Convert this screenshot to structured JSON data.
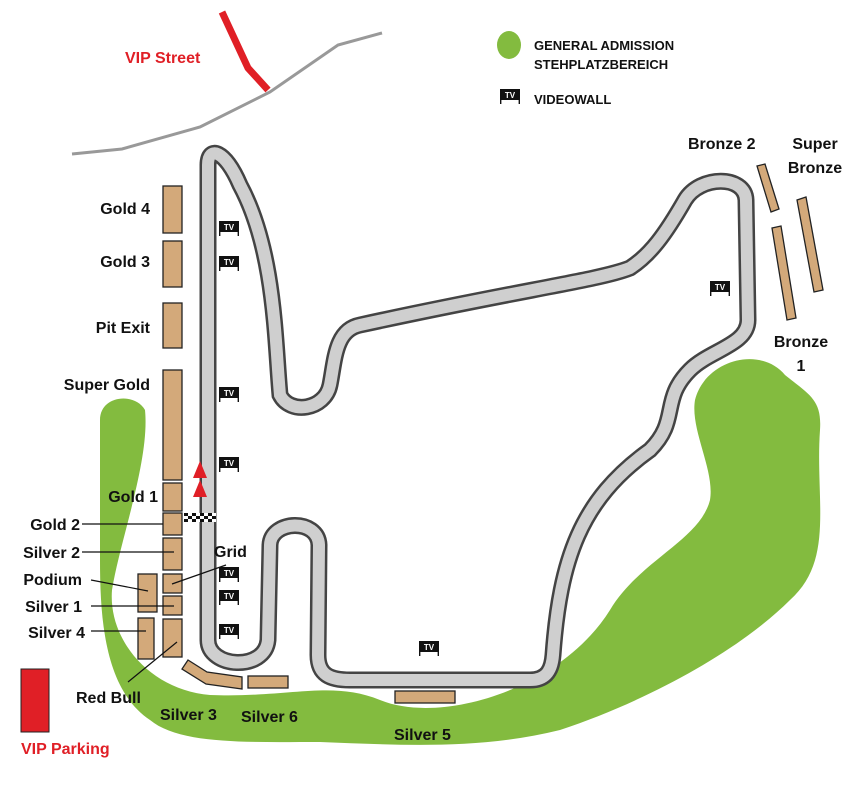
{
  "legend": {
    "general_admission_line1": "GENERAL ADMISSION",
    "general_admission_line2": "STEHPLATZBEREICH",
    "videowall": "VIDEOWALL",
    "tv_icon_text": "TV"
  },
  "labels": {
    "vip_street": "VIP Street",
    "vip_parking": "VIP Parking",
    "gold4": "Gold 4",
    "gold3": "Gold 3",
    "pit_exit": "Pit Exit",
    "super_gold": "Super Gold",
    "gold1": "Gold 1",
    "gold2": "Gold 2",
    "silver2": "Silver 2",
    "podium": "Podium",
    "silver1": "Silver 1",
    "silver4": "Silver 4",
    "red_bull": "Red Bull",
    "grid": "Grid",
    "silver3": "Silver 3",
    "silver6": "Silver 6",
    "silver5": "Silver 5",
    "bronze2": "Bronze 2",
    "super_bronze_1": "Super",
    "super_bronze_2": "Bronze",
    "bronze1_1": "Bronze",
    "bronze1_2": "1"
  },
  "colors": {
    "general_admission": "#83bb3f",
    "vip": "#e01f26",
    "stand": "#d3a97a",
    "track": "#cccccc"
  }
}
